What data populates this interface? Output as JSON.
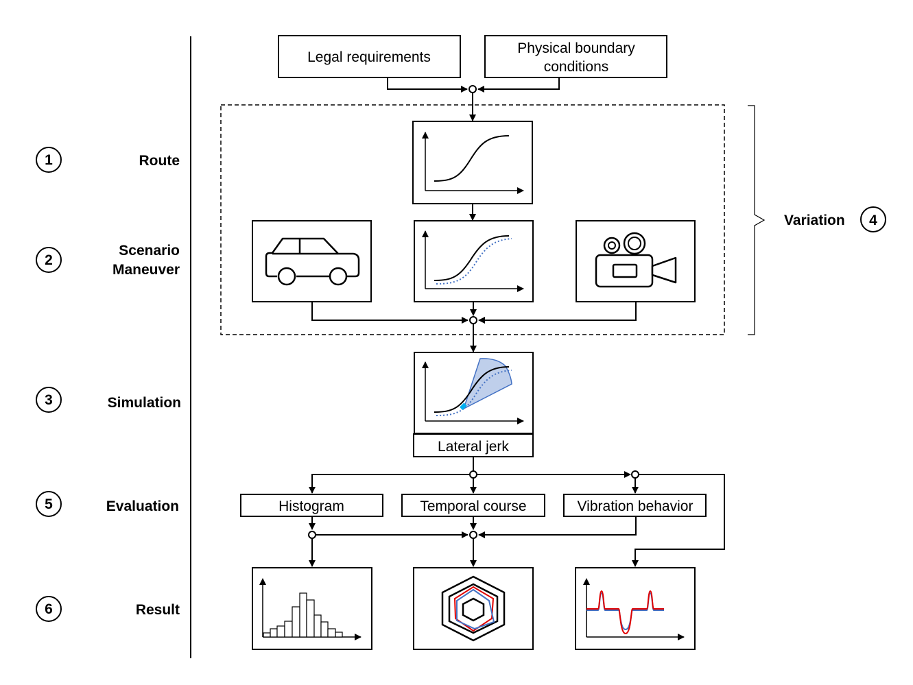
{
  "stages": [
    {
      "number": "1",
      "label": "Route"
    },
    {
      "number": "2",
      "label_line1": "Scenario",
      "label_line2": "Maneuver"
    },
    {
      "number": "3",
      "label": "Simulation"
    },
    {
      "number": "5",
      "label": "Evaluation"
    },
    {
      "number": "6",
      "label": "Result"
    }
  ],
  "variation": {
    "label": "Variation",
    "number": "4"
  },
  "inputs": {
    "legal": "Legal requirements",
    "physical_line1": "Physical boundary",
    "physical_line2": "conditions"
  },
  "simulation_output": "Lateral jerk",
  "evaluation_methods": [
    "Histogram",
    "Temporal course",
    "Vibration behavior"
  ],
  "icons": {
    "route": "s-curve-plot-icon",
    "vehicle": "car-icon",
    "maneuver": "s-curve-with-trajectory-icon",
    "camera": "video-camera-icon",
    "simulation": "simulation-plot-icon",
    "histogram": "histogram-chart-icon",
    "temporal": "hexagon-radar-icon",
    "vibration": "vibration-signal-icon"
  },
  "colors": {
    "stroke": "#000000",
    "blue": "#4472c4",
    "cyan": "#00b0f0",
    "fill_blue": "#b4c7e7",
    "red": "#e00000"
  }
}
